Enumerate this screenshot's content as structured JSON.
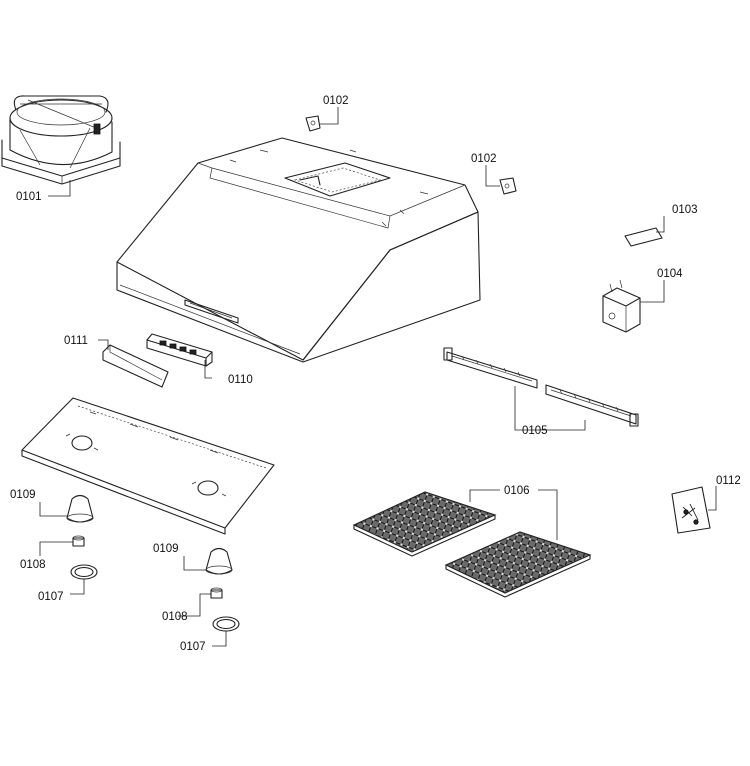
{
  "labels": {
    "p0101": "0101",
    "p0102a": "0102",
    "p0102b": "0102",
    "p0103": "0103",
    "p0104": "0104",
    "p0105": "0105",
    "p0106": "0106",
    "p0107a": "0107",
    "p0107b": "0107",
    "p0108a": "0108",
    "p0108b": "0108",
    "p0109a": "0109",
    "p0109b": "0109",
    "p0110": "0110",
    "p0111": "0111",
    "p0112": "0112"
  }
}
